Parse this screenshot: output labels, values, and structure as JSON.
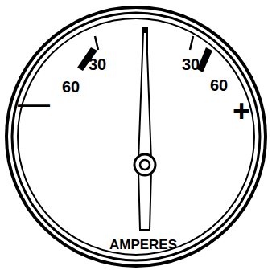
{
  "diagram": {
    "labels": [
      "60",
      "30",
      "30",
      "60",
      "—",
      "+",
      "AMPERES"
    ]
  }
}
